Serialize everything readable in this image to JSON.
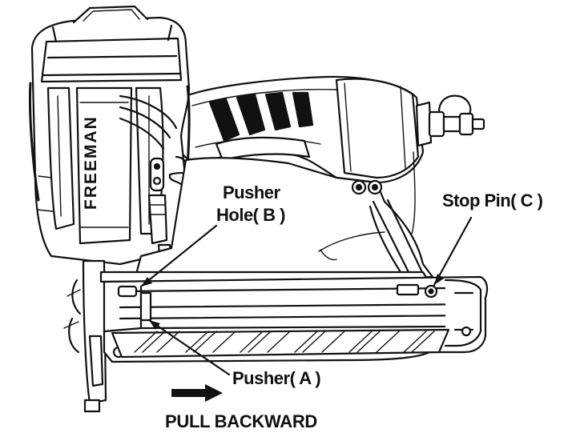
{
  "diagram": {
    "brand_text": "FREEMAN",
    "labels": {
      "pusher_hole": [
        "Pusher",
        "Hole( B )"
      ],
      "stop_pin": "Stop Pin( C )",
      "pusher": "Pusher( A )"
    },
    "instruction": "PULL BACKWARD"
  }
}
